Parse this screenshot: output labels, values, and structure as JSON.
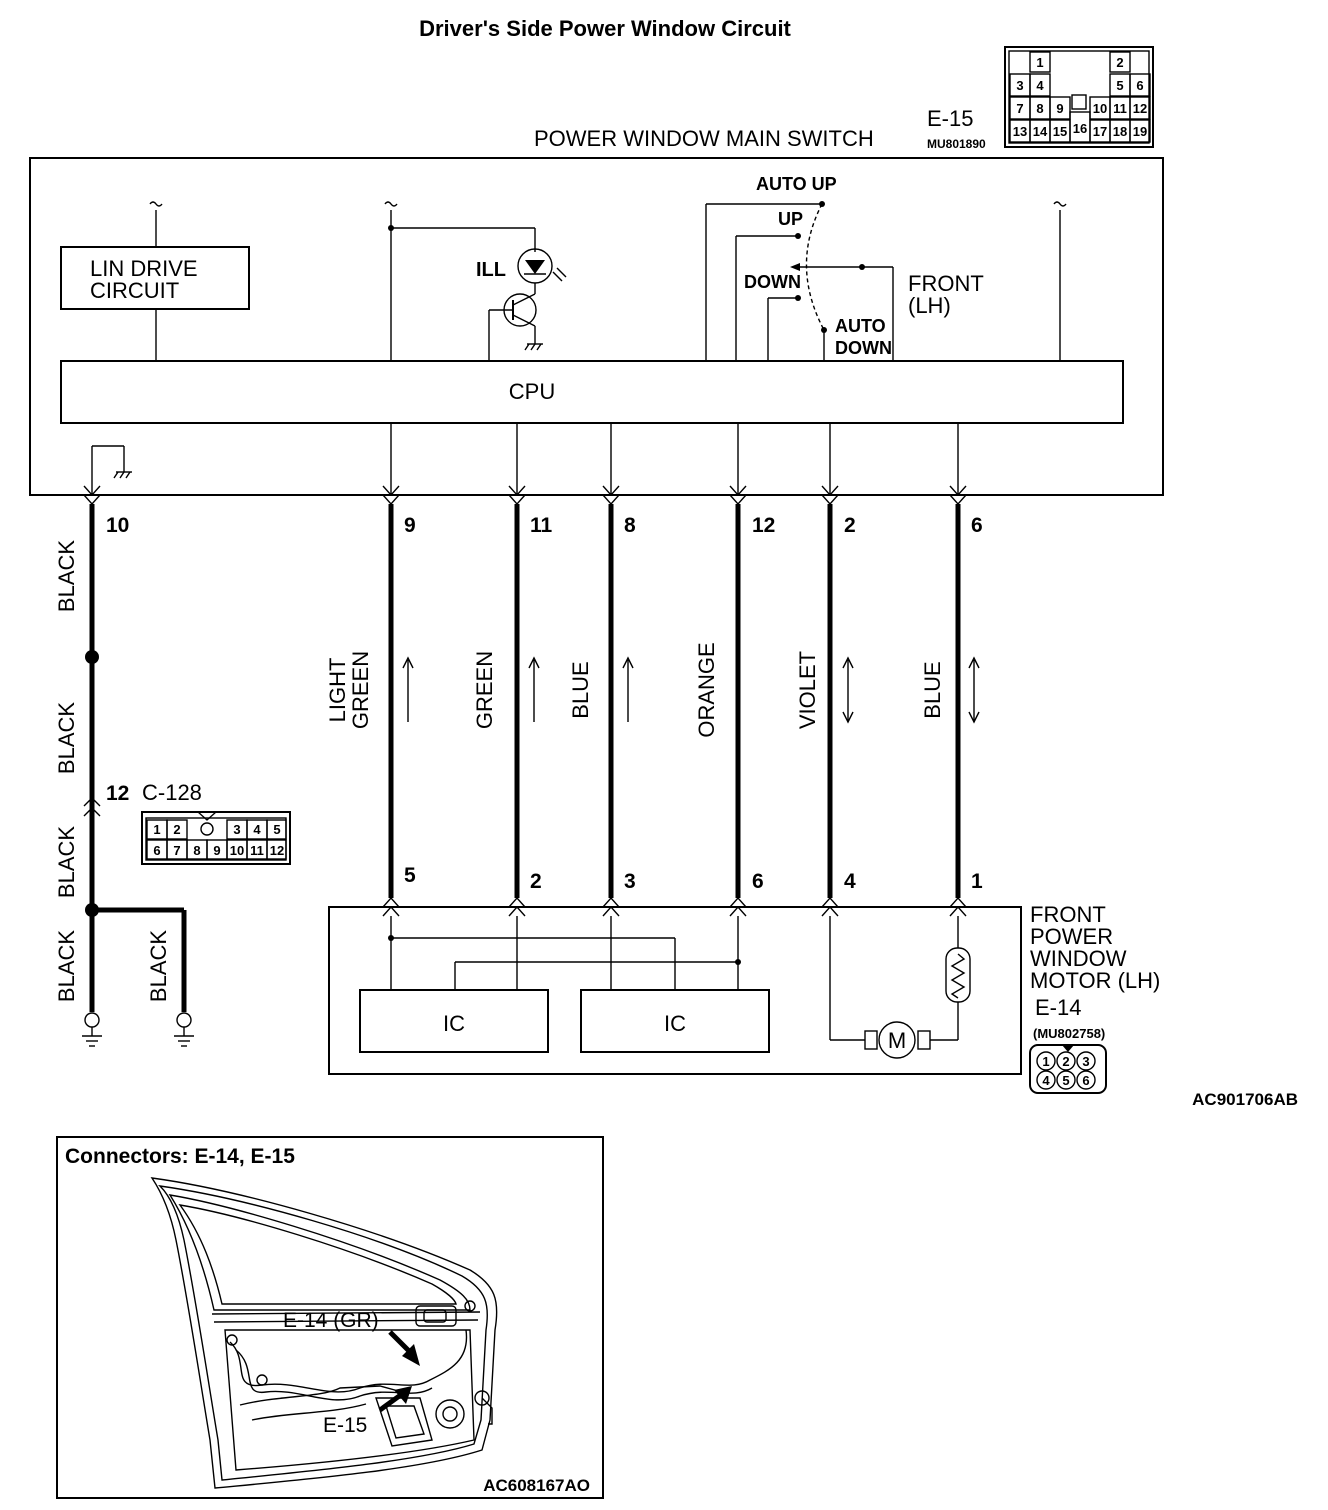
{
  "title": "Driver's Side Power Window Circuit",
  "main_switch": {
    "name": "POWER WINDOW MAIN SWITCH",
    "connector": "E-15",
    "part_no": "MU801890",
    "lin": [
      "LIN DRIVE",
      "CIRCUIT"
    ],
    "ill": "ILL",
    "cpu": "CPU",
    "auto_up": "AUTO UP",
    "up": "UP",
    "down": "DOWN",
    "auto": "AUTO",
    "auto_down_2": "DOWN",
    "front": "FRONT",
    "lh": "(LH)",
    "pins": [
      "1",
      "2",
      "3",
      "4",
      "5",
      "6",
      "7",
      "8",
      "9",
      "10",
      "11",
      "12",
      "13",
      "14",
      "15",
      "16",
      "17",
      "18",
      "19"
    ]
  },
  "wires": [
    {
      "pin_top": "10",
      "lines": [
        "BLACK"
      ]
    },
    {
      "pin_top": "9",
      "pin_bottom": "5",
      "lines": [
        "LIGHT",
        "GREEN"
      ]
    },
    {
      "pin_top": "11",
      "pin_bottom": "2",
      "lines": [
        "GREEN"
      ]
    },
    {
      "pin_top": "8",
      "pin_bottom": "3",
      "lines": [
        "BLUE"
      ]
    },
    {
      "pin_top": "12",
      "pin_bottom": "6",
      "lines": [
        "ORANGE"
      ]
    },
    {
      "pin_top": "2",
      "pin_bottom": "4",
      "lines": [
        "VIOLET"
      ]
    },
    {
      "pin_top": "6",
      "pin_bottom": "1",
      "lines": [
        "BLUE"
      ]
    }
  ],
  "ground_labels": [
    "BLACK",
    "BLACK",
    "BLACK",
    "BLACK",
    "BLACK"
  ],
  "c128": {
    "pin": "12",
    "name": "C-128",
    "row1": [
      "1",
      "2",
      "3",
      "4",
      "5"
    ],
    "row2": [
      "6",
      "7",
      "8",
      "9",
      "10",
      "11",
      "12"
    ]
  },
  "motor": {
    "name_lines": [
      "FRONT",
      "POWER",
      "WINDOW",
      "MOTOR (LH)"
    ],
    "connector": "E-14",
    "part_no": "(MU802758)",
    "ic1": "IC",
    "ic2": "IC",
    "m": "M",
    "pins": [
      "1",
      "2",
      "3",
      "4",
      "5",
      "6"
    ]
  },
  "figure_code_1": "AC901706AB",
  "inset": {
    "title": "Connectors: E-14, E-15",
    "label_e14": "E-14 (GR)",
    "label_e15": "E-15",
    "figure_code": "AC608167AO"
  }
}
